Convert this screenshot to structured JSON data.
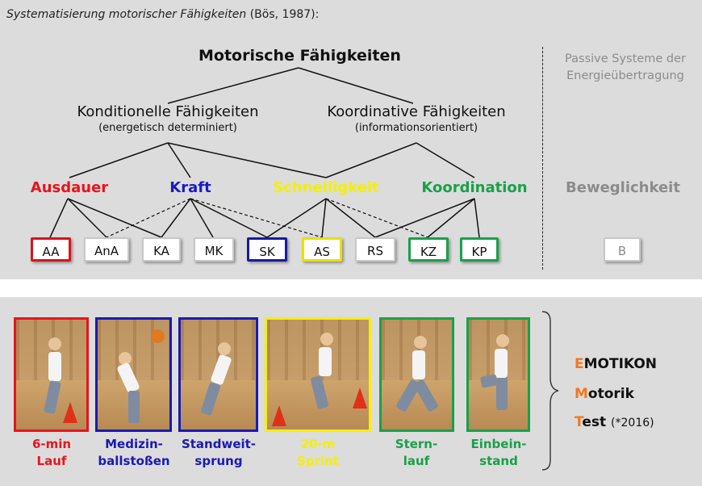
{
  "citation": {
    "italic": "Systematisierung motorischer Fähigkeiten",
    "rest": " (Bös, 1987):"
  },
  "root": "Motorische Fähigkeiten",
  "branches": [
    {
      "title": "Konditionelle Fähigkeiten",
      "subtitle": "(energetisch determiniert)"
    },
    {
      "title": "Koordinative Fähigkeiten",
      "subtitle": "(informationsorientiert)"
    }
  ],
  "passive": "Passive Systeme der Energieübertragung",
  "abilities": [
    {
      "label": "Ausdauer",
      "color": "#e8141e"
    },
    {
      "label": "Kraft",
      "color": "#1a1ac8"
    },
    {
      "label": "Schnelligkeit",
      "color": "#f5f000"
    },
    {
      "label": "Koordination",
      "color": "#1aa04a"
    },
    {
      "label": "Beweglichkeit",
      "color": "#8c8c8c"
    }
  ],
  "boxes": [
    {
      "label": "AA",
      "border": "#d8141e"
    },
    {
      "label": "AnA",
      "border": "#c8c8c8"
    },
    {
      "label": "KA",
      "border": "#c8c8c8"
    },
    {
      "label": "MK",
      "border": "#c8c8c8"
    },
    {
      "label": "SK",
      "border": "#1a1aa0"
    },
    {
      "label": "AS",
      "border": "#e8e000"
    },
    {
      "label": "RS",
      "border": "#c8c8c8"
    },
    {
      "label": "KZ",
      "border": "#1aa04a"
    },
    {
      "label": "KP",
      "border": "#1aa04a"
    },
    {
      "label": "B",
      "border": "#c8c8c8"
    }
  ],
  "tests": [
    {
      "label": "6-min\nLauf",
      "color": "#e8141e"
    },
    {
      "label": "Medizin-\nballstoßen",
      "color": "#1a1ab4"
    },
    {
      "label": "Standweit-\nsprung",
      "color": "#1a1ab4"
    },
    {
      "label": "20-m\nSprint",
      "color": "#f5f000"
    },
    {
      "label": "Stern-\nlauf",
      "color": "#1aa04a"
    },
    {
      "label": "Einbein-\nstand",
      "color": "#1aa04a"
    }
  ],
  "emotikon": {
    "line1_first": "E",
    "line1_rest": "MOTIKON",
    "line2_first": "M",
    "line2_rest": "otorik",
    "line3_first": "T",
    "line3_rest": "est",
    "since": "(*2016)",
    "accent": "#f07820"
  }
}
